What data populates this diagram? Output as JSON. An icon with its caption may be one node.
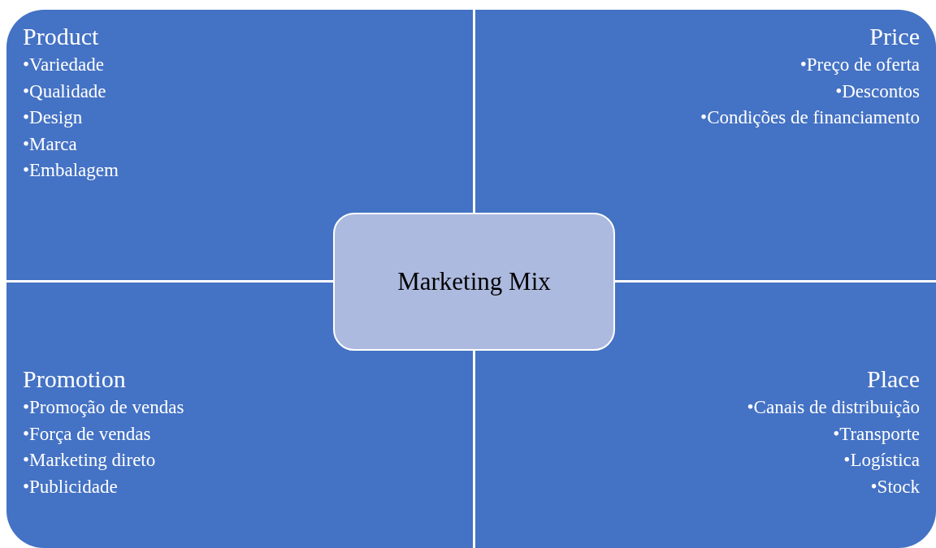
{
  "diagram": {
    "nodes": [
      {
        "text": [
          "Product",
          "•Variedade",
          "•Qualidade",
          "•Design",
          "•Marca",
          "•Embalagem"
        ]
      },
      {
        "text": [
          "Price",
          "•Preço de oferta",
          "•Descontos",
          "•Condições de financiamento"
        ]
      },
      {
        "text": [
          "Promotion",
          "•Promoção de vendas",
          "•Força de vendas",
          "•Marketing direto",
          "•Publicidade"
        ]
      },
      {
        "text": [
          "Place",
          "•Canais de distribuição",
          "•Transporte",
          "•Logística",
          "•Stock"
        ]
      },
      {
        "text": [
          "Marketing Mix"
        ]
      }
    ]
  }
}
